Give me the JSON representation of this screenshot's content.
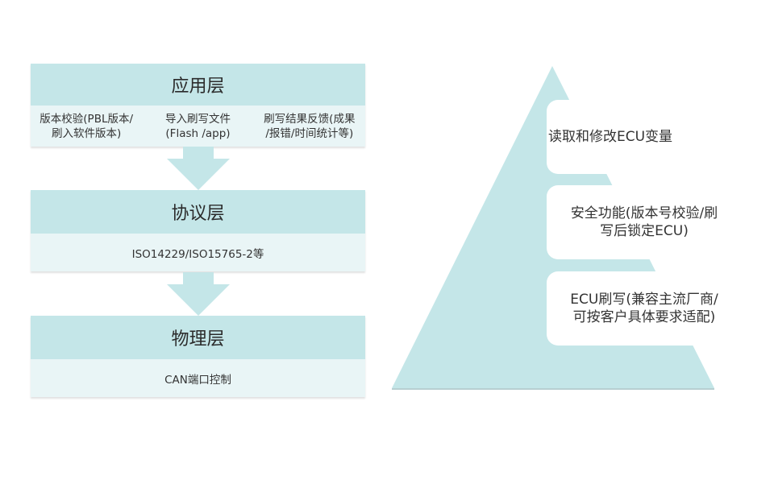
{
  "layers": [
    {
      "title": "应用层",
      "cells": [
        {
          "text": "版本校验(PBL版本/\n刷入软件版本)"
        },
        {
          "text": "导入刷写文件\n(Flash /app)"
        },
        {
          "text": "刷写结果反馈(成果\n/报错/时间统计等)"
        }
      ]
    },
    {
      "title": "协议层",
      "content": "ISO14229/ISO15765-2等"
    },
    {
      "title": "物理层",
      "content": "CAN端口控制"
    }
  ],
  "pyramid": {
    "tiers": [
      {
        "text": "读取和修改ECU变量"
      },
      {
        "text": "安全功能(版本号校验/刷\n写后锁定ECU)"
      },
      {
        "text": "ECU刷写(兼容主流厂商/\n可按客户具体要求适配)"
      }
    ]
  },
  "colors": {
    "header": "#c4e6e8",
    "body": "#e9f5f6",
    "pyramid": "#c4e6e8"
  }
}
